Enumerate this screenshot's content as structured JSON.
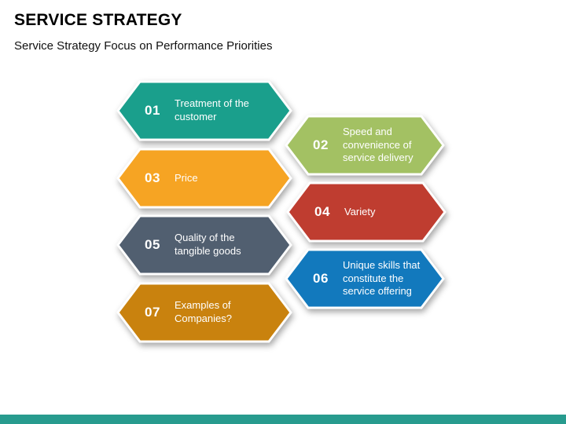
{
  "slide": {
    "title": "SERVICE STRATEGY",
    "subtitle": "Service Strategy Focus on Performance Priorities"
  },
  "footer": {
    "bar_color": "#279b8e"
  },
  "items": [
    {
      "number": "01",
      "label": "Treatment of the customer",
      "color": "#1a9f8c"
    },
    {
      "number": "02",
      "label": "Speed and convenience of service delivery",
      "color": "#a3c163"
    },
    {
      "number": "03",
      "label": "Price",
      "color": "#f6a423"
    },
    {
      "number": "04",
      "label": "Variety",
      "color": "#bf3d30"
    },
    {
      "number": "05",
      "label": "Quality of the tangible goods",
      "color": "#515f70"
    },
    {
      "number": "06",
      "label": "Unique skills that constitute the service offering",
      "color": "#1279bd"
    },
    {
      "number": "07",
      "label": "Examples of Companies?",
      "color": "#c9820e"
    }
  ]
}
